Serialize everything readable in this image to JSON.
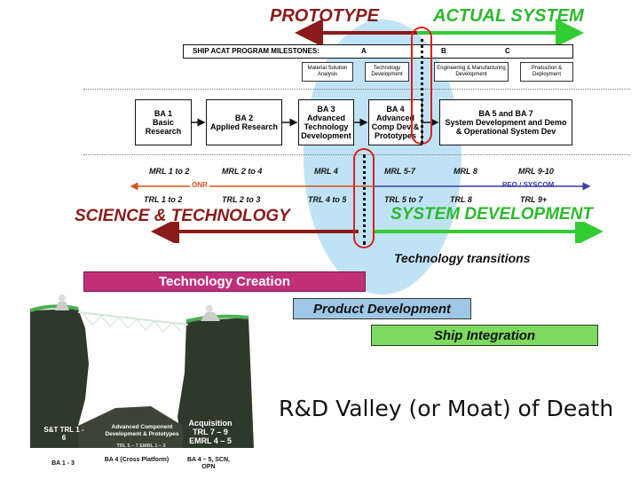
{
  "headers": {
    "prototype": "PROTOTYPE",
    "actual_system": "ACTUAL SYSTEM"
  },
  "milestones": {
    "title": "SHIP ACAT PROGRAM MILESTONES:",
    "a": "A",
    "b": "B",
    "c": "C"
  },
  "phases": [
    "Material Solution Analysis",
    "Technology Development",
    "Engineering & Manufacturing Development",
    "Production & Deployment"
  ],
  "ba_boxes": [
    {
      "title": "BA 1",
      "text": "Basic Research"
    },
    {
      "title": "BA 2",
      "text": "Applied Research"
    },
    {
      "title": "BA 3",
      "text": "Advanced Technology Development"
    },
    {
      "title": "BA 4",
      "text": "Advanced Comp Dev & Prototypes"
    },
    {
      "title": "BA 5 and BA 7",
      "text": "System Development and Demo & Operational System Dev"
    }
  ],
  "mrl": [
    "MRL 1 to 2",
    "MRL 2 to 4",
    "MRL 4",
    "MRL 5-7",
    "MRL 8",
    "MRL 9-10"
  ],
  "arrows": {
    "onr": "ONR",
    "peo": "PEO / SYSCOM"
  },
  "trl": [
    "TRL 1 to 2",
    "TRL 2 to 3",
    "TRL 4 to 5",
    "TRL 5 to 7",
    "TRL 8",
    "TRL 9+"
  ],
  "sections": {
    "st": "SCIENCE & TECHNOLOGY",
    "sd": "SYSTEM DEVELOPMENT"
  },
  "transitions": "Technology transitions",
  "bands": {
    "creation": "Technology Creation",
    "product": "Product Development",
    "ship": "Ship Integration"
  },
  "caption": "R&D Valley (or Moat) of Death",
  "valley": {
    "left": "S&T TRL 1 - 6",
    "middle": "Advanced Component Development & Prototypes",
    "middle_sub": "TRL 5 – 7   EMRL 1 – 3",
    "right": "Acquisition TRL 7 – 9 EMRL 4 – 5",
    "bottom_left": "BA 1 - 3",
    "bottom_mid": "BA 4 (Cross Platform)",
    "bottom_right": "BA 4 – 5, SCN, OPN"
  },
  "colors": {
    "red_arrow": "#8b1a1a",
    "green_arrow": "#33cc33",
    "ellipse": "#bfe3f5",
    "magenta": "#c0307a",
    "green_band": "#7ddc5f",
    "blue_band": "#9ec8e6",
    "highlight": "#d82020"
  }
}
